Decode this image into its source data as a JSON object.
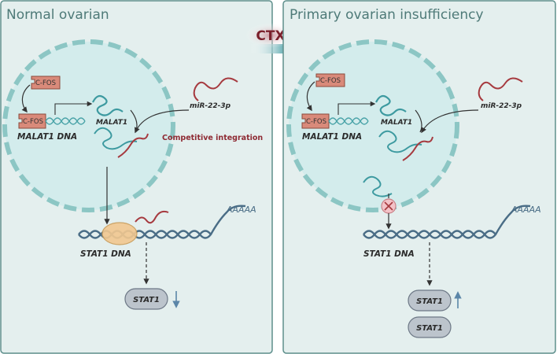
{
  "left_panel": {
    "title": "Normal ovarian",
    "cfos_top": "C-FOS",
    "cfos_bound": "C-FOS",
    "malat1_rna": "MALAT1",
    "malat1_dna": "MALAT1 DNA",
    "mirna": "miR-22-3p",
    "competitive": "Competitive integration",
    "stat1_dna": "STAT1 DNA",
    "poly_a": "AAAAA",
    "stat1_protein": "STAT1",
    "stat1_trend": "down"
  },
  "transition": {
    "label": "CTX"
  },
  "right_panel": {
    "title": "Primary ovarian insufficiency",
    "cfos_top": "C-FOS",
    "cfos_bound": "C-FOS",
    "malat1_rna": "MALAT1",
    "malat1_dna": "MALAT1 DNA",
    "mirna": "miR-22-3p",
    "stat1_dna": "STAT1 DNA",
    "poly_a": "AAAAA",
    "stat1_protein_1": "STAT1",
    "stat1_protein_2": "STAT1",
    "stat1_trend": "up"
  },
  "colors": {
    "panel_bg": "#e4efee",
    "panel_border": "#5e8f8c",
    "nucleus_fill": "#d3ecec",
    "nucleus_border": "#8cc6c4",
    "cfos_fill": "#d98a7a",
    "rna_teal": "#3d9aa0",
    "mirna_red": "#a63a3f",
    "dna_blue": "#4a6d86",
    "protein_fill": "#bcc4cc",
    "ctx_arrow": "#5aa0a6"
  }
}
